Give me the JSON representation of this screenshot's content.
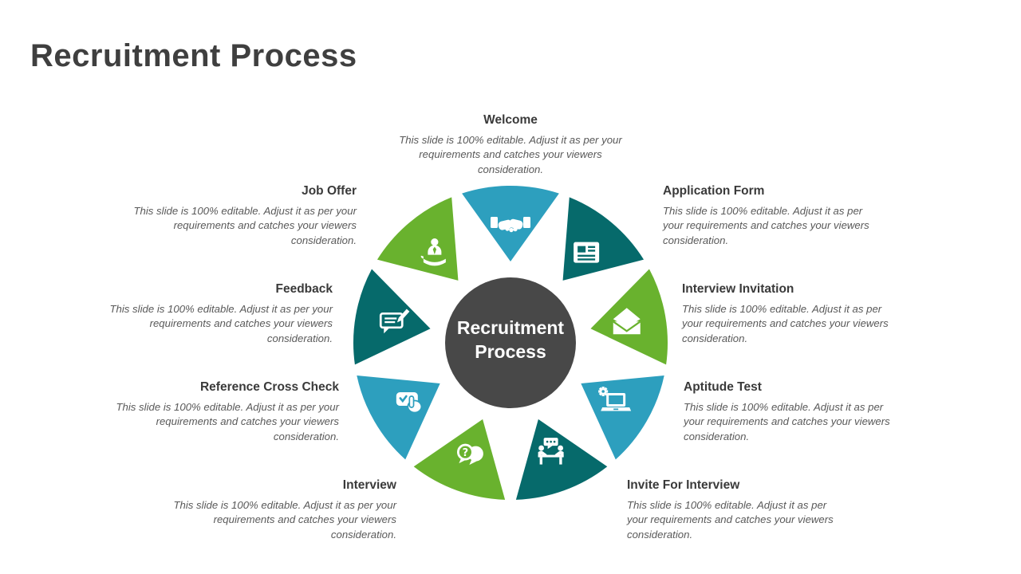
{
  "slide": {
    "title": "Recruitment Process"
  },
  "center": {
    "label": "Recruitment Process"
  },
  "colors": {
    "cyan": "#2D9FBE",
    "dark_teal": "#066A6B",
    "green": "#69B22E",
    "center_gray": "#484848"
  },
  "segments": [
    {
      "label": "Welcome",
      "icon": "handshake-icon",
      "color": "cyan",
      "description": "This slide is 100% editable. Adjust it as per your requirements and catches your viewers consideration."
    },
    {
      "label": "Application Form",
      "icon": "form-icon",
      "color": "dark_teal",
      "description": "This slide is 100% editable. Adjust it as per your requirements and catches your viewers consideration."
    },
    {
      "label": "Interview Invitation",
      "icon": "open-envelope-icon",
      "color": "green",
      "description": "This slide is 100% editable. Adjust it as per your requirements and catches your viewers consideration."
    },
    {
      "label": "Aptitude Test",
      "icon": "laptop-gear-icon",
      "color": "cyan",
      "description": "This slide is 100% editable. Adjust it as per your requirements and catches your viewers consideration."
    },
    {
      "label": "Invite For Interview",
      "icon": "meeting-icon",
      "color": "dark_teal",
      "description": "This slide is 100% editable. Adjust it as per your requirements and catches your viewers consideration."
    },
    {
      "label": "Interview",
      "icon": "chat-question-icon",
      "color": "green",
      "description": "This slide is 100% editable. Adjust it as per your requirements and catches your viewers consideration."
    },
    {
      "label": "Reference Cross Check",
      "icon": "press-button-icon",
      "color": "cyan",
      "description": "This slide is 100% editable. Adjust it as per your requirements and catches your viewers consideration."
    },
    {
      "label": "Feedback",
      "icon": "feedback-note-icon",
      "color": "dark_teal",
      "description": "This slide is 100% editable. Adjust it as per your requirements and catches your viewers consideration."
    },
    {
      "label": "Job Offer",
      "icon": "person-hand-icon",
      "color": "green",
      "description": "This slide is 100% editable. Adjust it as per your requirements and catches your viewers consideration."
    }
  ]
}
